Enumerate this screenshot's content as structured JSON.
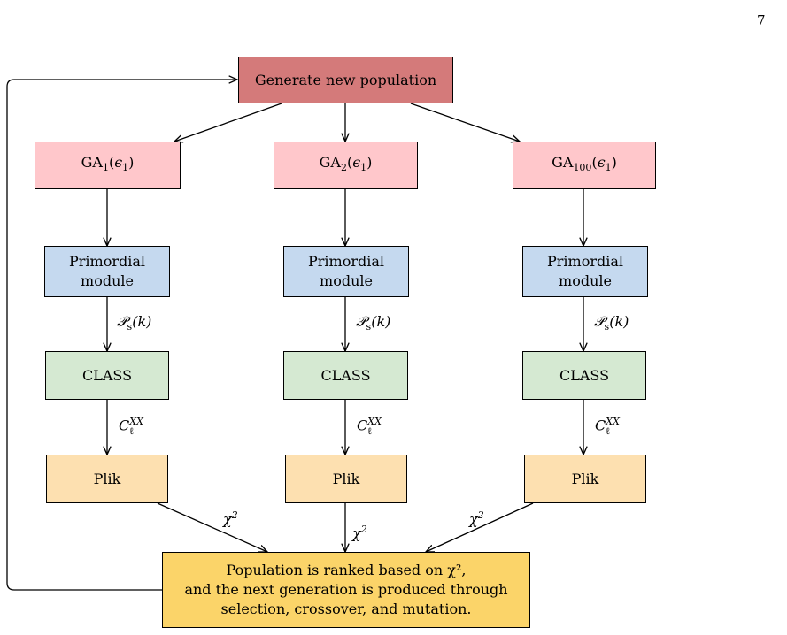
{
  "page_number": "7",
  "generate": {
    "label": "Generate new population"
  },
  "columns": [
    {
      "ga_base": "GA",
      "ga_index": "1",
      "ga_arg_open": "(",
      "ga_arg": "ϵ",
      "ga_arg_sub": "1",
      "ga_arg_close": ")",
      "primordial": "Primordial\nmodule",
      "class": "CLASS",
      "plik": "Plik"
    },
    {
      "ga_base": "GA",
      "ga_index": "2",
      "ga_arg_open": "(",
      "ga_arg": "ϵ",
      "ga_arg_sub": "1",
      "ga_arg_close": ")",
      "primordial": "Primordial\nmodule",
      "class": "CLASS",
      "plik": "Plik"
    },
    {
      "ga_base": "GA",
      "ga_index": "100",
      "ga_arg_open": "(",
      "ga_arg": "ϵ",
      "ga_arg_sub": "1",
      "ga_arg_close": ")",
      "primordial": "Primordial\nmodule",
      "class": "CLASS",
      "plik": "Plik"
    }
  ],
  "edge_labels": {
    "power_spectrum": {
      "main": "𝒫",
      "sub": "s",
      "arg": "(k)"
    },
    "cl": {
      "main": "C",
      "sub": "ℓ",
      "sup": "XX"
    },
    "chi": {
      "main": "χ",
      "sup": "2"
    }
  },
  "ranking": {
    "text": "Population is ranked based on χ², \nand the next generation is produced through\nselection, crossover, and mutation."
  },
  "colors": {
    "generate": "#d47a7a",
    "ga": "#ffc7cb",
    "primordial": "#c5d9ef",
    "class": "#d5e9d2",
    "plik": "#fde0b0",
    "ranking": "#fbd469"
  }
}
